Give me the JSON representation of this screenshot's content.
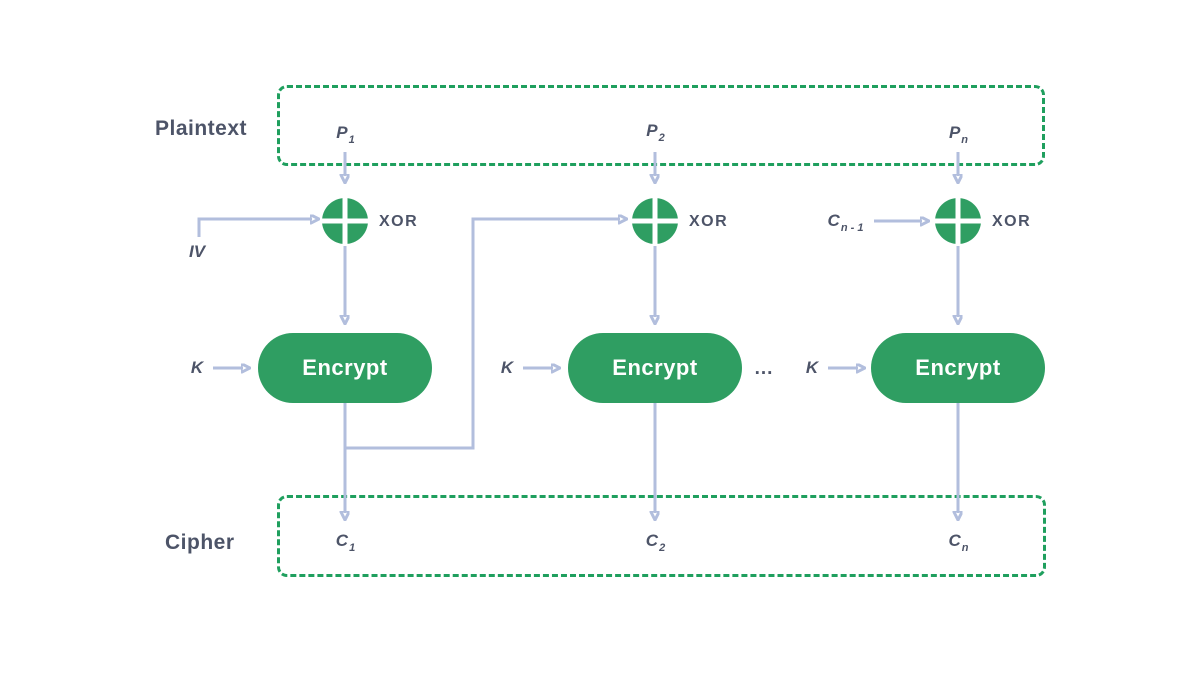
{
  "diagram": {
    "plaintext_label": "Plaintext",
    "cipher_label": "Cipher",
    "encrypt_label": "Encrypt",
    "xor_label": "XOR",
    "iv_label": "IV",
    "key_label": "K",
    "dots_label": "...",
    "prev_cipher": {
      "base": "C",
      "sub": "n - 1"
    },
    "columns": [
      {
        "plain_base": "P",
        "plain_sub": "1",
        "cipher_base": "C",
        "cipher_sub": "1"
      },
      {
        "plain_base": "P",
        "plain_sub": "2",
        "cipher_base": "C",
        "cipher_sub": "2"
      },
      {
        "plain_base": "P",
        "plain_sub": "n",
        "cipher_base": "C",
        "cipher_sub": "n"
      }
    ],
    "colors": {
      "shape_green": "#2f9e62",
      "dash_green": "#1f9f5e",
      "wire_blue": "#b2bedd",
      "text_slate": "#4d5468"
    }
  }
}
